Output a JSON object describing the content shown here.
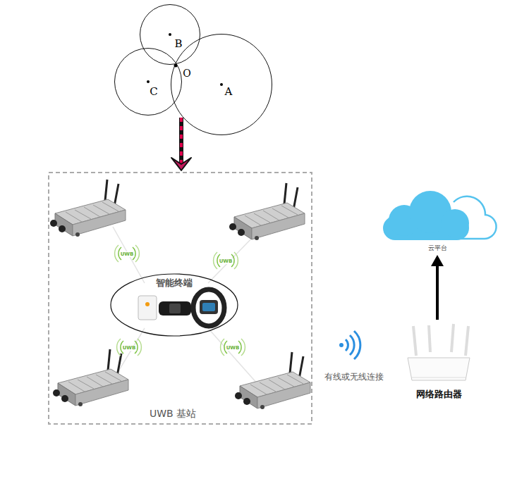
{
  "diagram": {
    "nodes": [
      {
        "text": [
          "B"
        ]
      },
      {
        "text": [
          "C"
        ]
      },
      {
        "text": [
          "A"
        ]
      },
      {
        "text": [
          "UWB 基站"
        ]
      },
      {
        "text": [
          "智能终端"
        ],
        "in": 3
      },
      {
        "text": [
          "网络路由器"
        ]
      },
      {
        "text": [
          "云平台"
        ]
      }
    ],
    "edges": [
      {
        "from": 2,
        "to": 3,
        "arrow": "to"
      },
      {
        "from": 5,
        "to": 6,
        "arrow": "to"
      }
    ],
    "labels": [
      "O",
      "UWB",
      "UWB",
      "UWB",
      "UWB",
      "有线或无线连接"
    ]
  }
}
